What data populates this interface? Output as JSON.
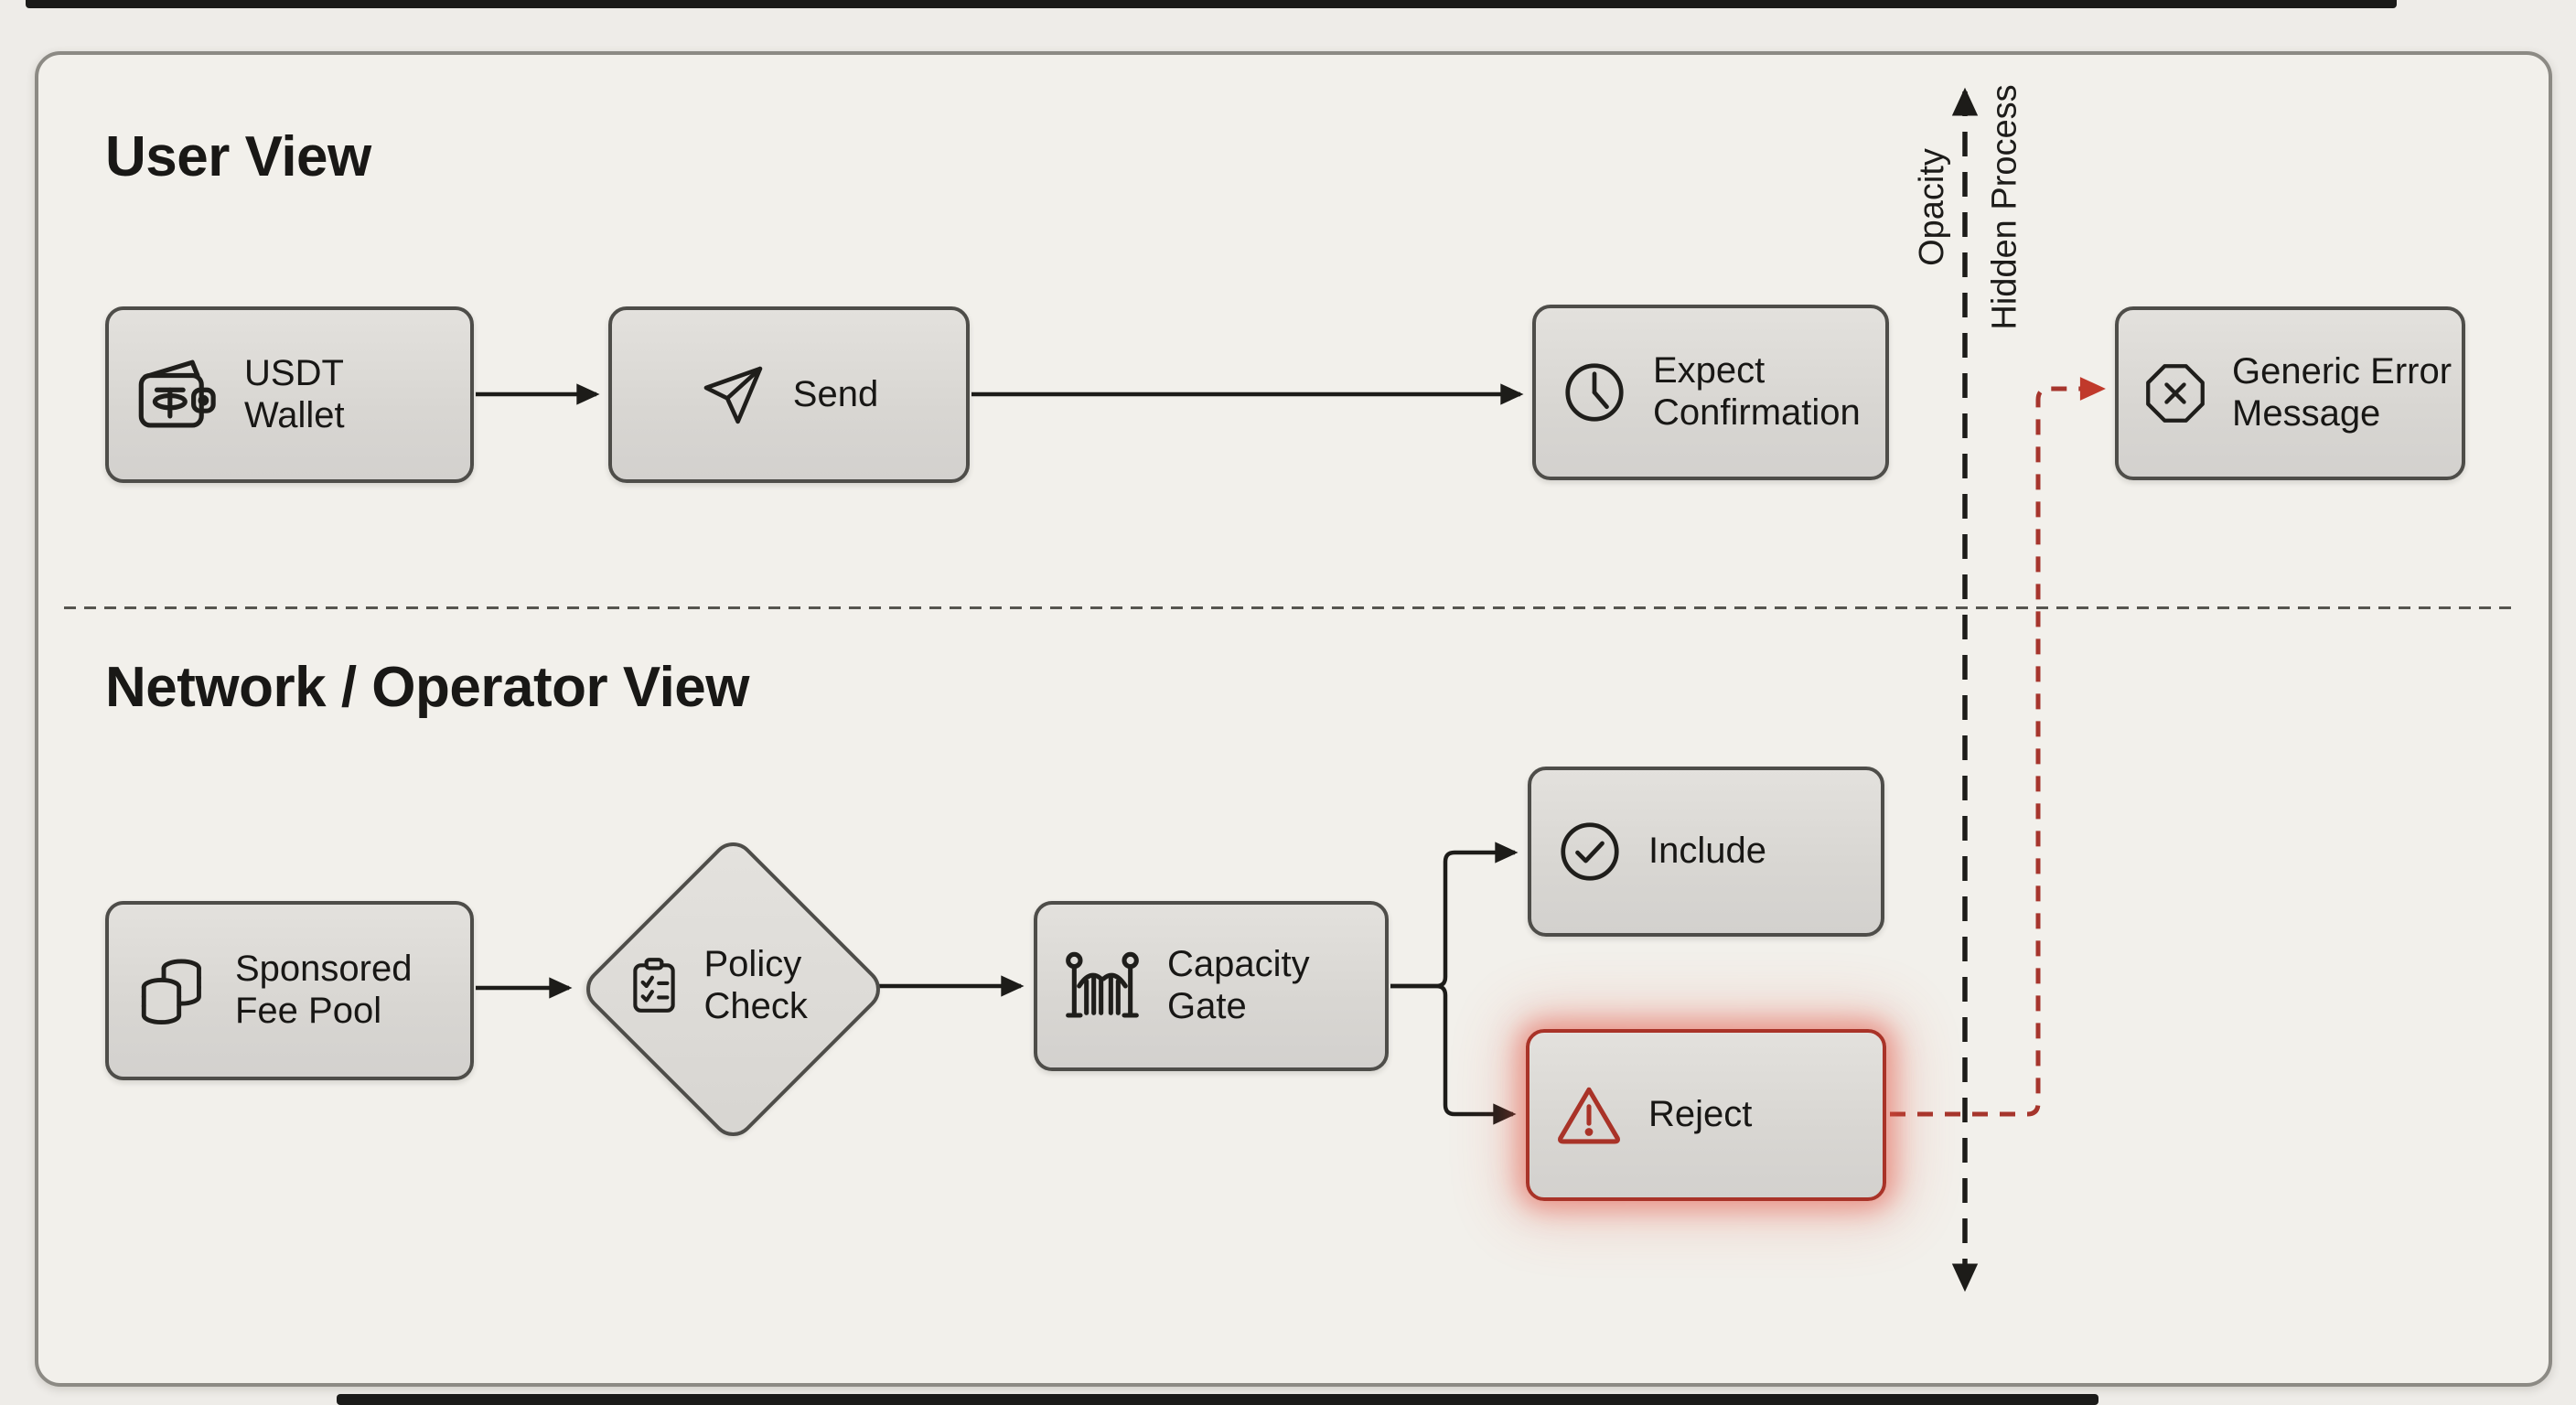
{
  "sections": {
    "user_view": {
      "title": "User View"
    },
    "network_view": {
      "title": "Network / Operator View"
    }
  },
  "axis": {
    "up_label": "Opacity",
    "down_label": "Hidden Process"
  },
  "nodes": {
    "usdt_wallet": {
      "label": "USDT Wallet",
      "icon": "wallet-tether-icon"
    },
    "send": {
      "label": "Send",
      "icon": "paper-plane-icon"
    },
    "expect_confirmation": {
      "label": "Expect Confirmation",
      "icon": "clock-icon"
    },
    "generic_error": {
      "label": "Generic Error Message",
      "icon": "x-octagon-icon"
    },
    "sponsored_fee_pool": {
      "label": "Sponsored Fee Pool",
      "icon": "coin-stack-icon"
    },
    "policy_check": {
      "label": "Policy Check",
      "icon": "clipboard-check-icon"
    },
    "capacity_gate": {
      "label": "Capacity Gate",
      "icon": "gate-icon"
    },
    "include": {
      "label": "Include",
      "icon": "check-circle-icon"
    },
    "reject": {
      "label": "Reject",
      "icon": "warning-triangle-icon"
    }
  },
  "colors": {
    "line_black": "#1d1c19",
    "accent_red": "#a6352c",
    "reject_border": "#a93328",
    "box_border": "#4e4d49",
    "card_background": "#f2f0eb"
  }
}
